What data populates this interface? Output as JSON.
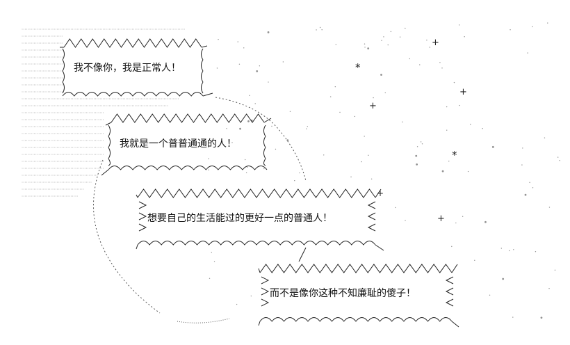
{
  "bubbles": [
    {
      "text": "我不像你，我是正常人！"
    },
    {
      "text": "我就是一个普普通通的人！"
    },
    {
      "text": "想要自己的生活能过的更好一点的普通人！"
    },
    {
      "text": "而不是像你这种不知廉耻的傻子！"
    }
  ],
  "stars": [
    "+",
    "*",
    "+",
    "+",
    "*",
    "+",
    "+"
  ],
  "colors": {
    "ink": "#222222",
    "dots": "#777777",
    "background": "#ffffff"
  }
}
